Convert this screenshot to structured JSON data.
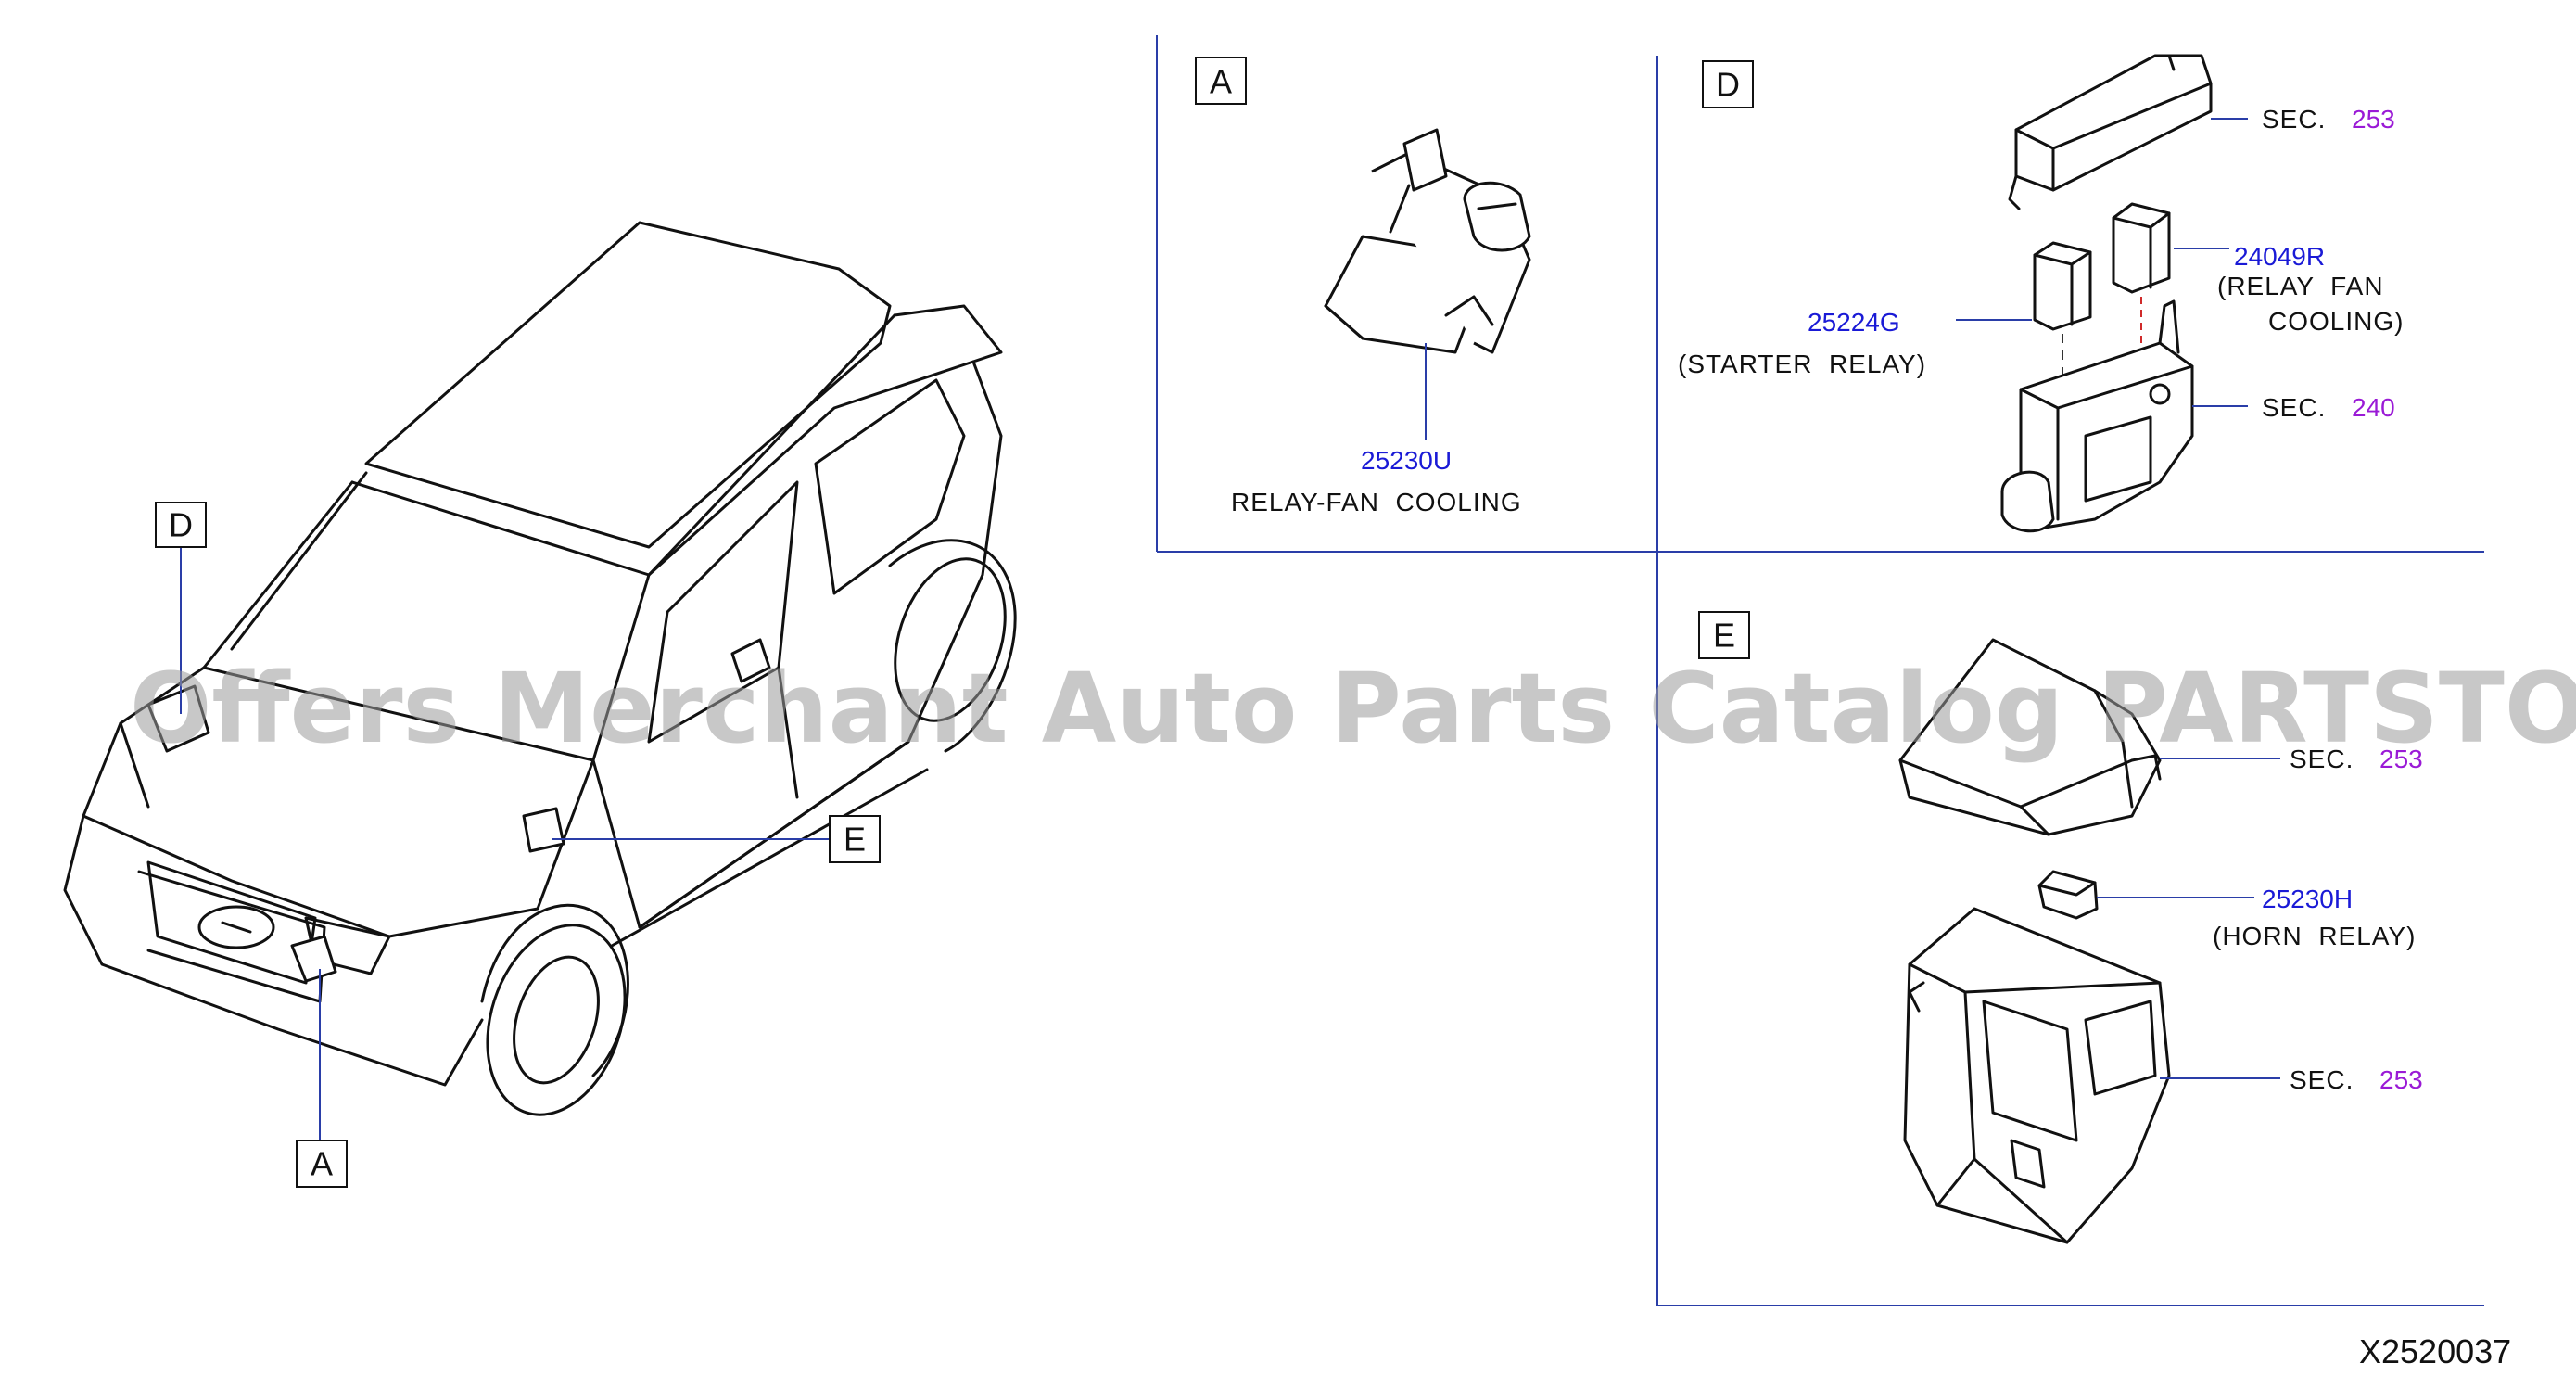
{
  "diagram_code": "X2520037",
  "watermark": "Offers Merchant Auto Parts Catalog PARTSTORE.SA",
  "colors": {
    "part_number": "#1a1ad6",
    "section_ref": "#9a1ad6",
    "leader": "#2a3ea8",
    "dashed_guide": "#d02a2a"
  },
  "car_callouts": {
    "D": "D",
    "E": "E",
    "A": "A"
  },
  "panel_a": {
    "letter": "A",
    "part_number": "25230U",
    "name": "RELAY-FAN  COOLING"
  },
  "panel_d": {
    "letter": "D",
    "cover_sec_label": "SEC.",
    "cover_sec_num": "253",
    "fan_relay_pn": "24049R",
    "fan_relay_name_1": "(RELAY  FAN",
    "fan_relay_name_2": "COOLING)",
    "starter_relay_pn": "25224G",
    "starter_relay_name": "(STARTER  RELAY)",
    "box_sec_label": "SEC.",
    "box_sec_num": "240"
  },
  "panel_e": {
    "letter": "E",
    "cover_sec_label": "SEC.",
    "cover_sec_num": "253",
    "horn_relay_pn": "25230H",
    "horn_relay_name": "(HORN  RELAY)",
    "box_sec_label": "SEC.",
    "box_sec_num": "253"
  }
}
